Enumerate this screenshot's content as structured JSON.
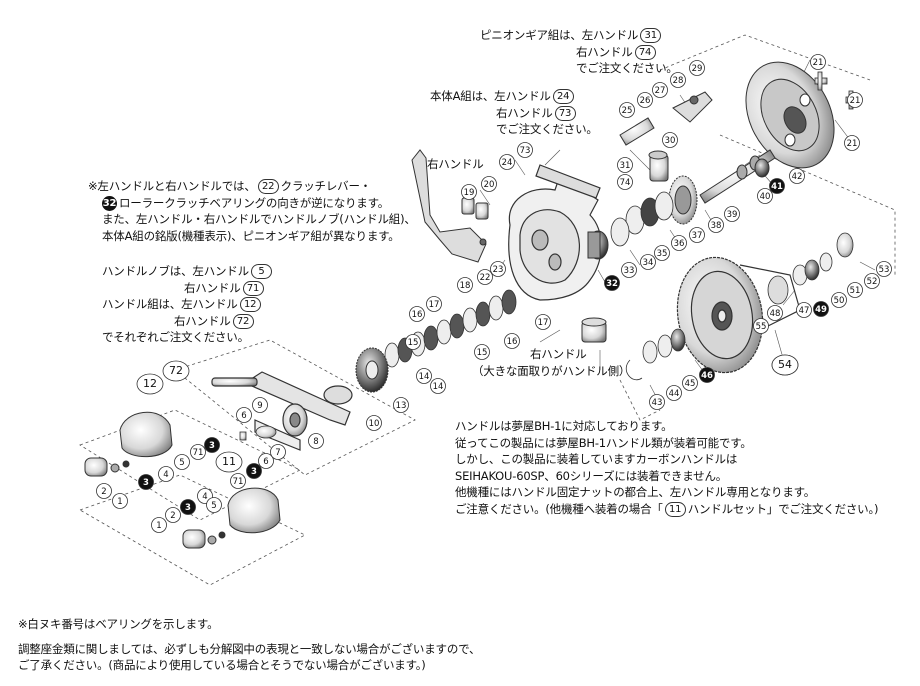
{
  "notes": {
    "pinion_gear": {
      "line1_pre": "ピニオンギア組は、左ハンドル",
      "line1_num": "31",
      "line2_pre": "右ハンドル",
      "line2_num": "74",
      "line3": "でご注文ください。"
    },
    "body_a": {
      "line1_pre": "本体A組は、左ハンドル",
      "line1_num": "24",
      "line2_pre": "右ハンドル",
      "line2_num": "73",
      "line3": "でご注文ください。"
    },
    "right_handle_top": "右ハンドル",
    "left_right_difference": {
      "line1_pre": "※左ハンドルと右ハンドルでは、",
      "line1_num": "22",
      "line1_post": "クラッチレバー・",
      "line2_num": "32",
      "line2_post": "ローラークラッチベアリングの向きが逆になります。",
      "line3": "また、左ハンドル・右ハンドルでハンドルノブ(ハンドル組)、",
      "line4": "本体A組の銘版(機種表示)、ピニオンギア組が異なります。"
    },
    "handle_knob": {
      "line1_pre": "ハンドルノブは、左ハンドル",
      "line1_num": "5",
      "line2_pre": "右ハンドル",
      "line2_num": "71",
      "line3_pre": "ハンドル組は、左ハンドル",
      "line3_num": "12",
      "line4_pre": "右ハンドル",
      "line4_num": "72",
      "line5": "でそれぞれご注文ください。"
    },
    "right_handle_bottom": {
      "line1": "右ハンドル",
      "line2": "（大きな面取りがハンドル側）"
    },
    "handle_compat": {
      "line1": "ハンドルは夢屋BH-1に対応しております。",
      "line2": "従ってこの製品には夢屋BH-1ハンドル類が装着可能です。",
      "line3": "しかし、この製品に装着していますカーボンハンドルは",
      "line4": "SEIHAKOU-60SP、60シリーズには装着できません。",
      "line5": "他機種にはハンドル固定ナットの都合上、左ハンドル専用となります。",
      "line6_pre": "ご注意ください。(他機種へ装着の場合「",
      "line6_num": "11",
      "line6_post": "ハンドルセット」でご注文ください。)"
    },
    "footer": {
      "line1": "※白ヌキ番号はベアリングを示します。",
      "line2": "調整座金類に関しましては、必ずしも分解図中の表現と一致しない場合がございますので、",
      "line3": "ご了承ください。(商品により使用している場合とそうでない場合がございます。)"
    }
  },
  "bearing_part_numbers": [
    "3",
    "32",
    "41",
    "46",
    "49"
  ],
  "part_numbers": [
    "1",
    "2",
    "4",
    "5",
    "6",
    "7",
    "8",
    "9",
    "10",
    "12",
    "13",
    "14",
    "15",
    "16",
    "17",
    "18",
    "19",
    "20",
    "21",
    "22",
    "23",
    "24",
    "25",
    "26",
    "27",
    "28",
    "29",
    "30",
    "31",
    "33",
    "34",
    "35",
    "36",
    "37",
    "38",
    "39",
    "40",
    "42",
    "43",
    "44",
    "45",
    "47",
    "48",
    "50",
    "51",
    "52",
    "53",
    "54",
    "55",
    "71",
    "72",
    "73",
    "74",
    "11"
  ],
  "colors": {
    "line": "#333333",
    "bearing_fill": "#111111",
    "part_fill": "#f2f2f2"
  }
}
